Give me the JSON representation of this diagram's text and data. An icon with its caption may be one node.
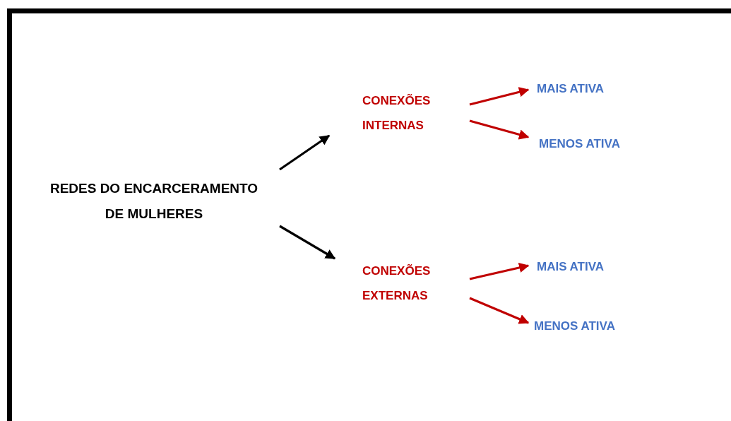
{
  "diagram": {
    "nodes": [
      {
        "text": [
          "REDES DO ENCARCERAMENTO DE MULHERES"
        ]
      },
      {
        "text": [
          "CONEXÕES INTERNAS"
        ]
      },
      {
        "text": [
          "MAIS ATIVA"
        ]
      },
      {
        "text": [
          "MENOS ATIVA"
        ]
      },
      {
        "text": [
          "CONEXÕES EXTERNAS"
        ]
      },
      {
        "text": [
          "MAIS ATIVA"
        ]
      },
      {
        "text": [
          "MENOS ATIVA"
        ]
      }
    ],
    "edges": [
      {
        "from": 0,
        "to": 1,
        "arrow": "to",
        "color": "#000000"
      },
      {
        "from": 0,
        "to": 4,
        "arrow": "to",
        "color": "#000000"
      },
      {
        "from": 1,
        "to": 2,
        "arrow": "to"
      },
      {
        "from": 1,
        "to": 3,
        "arrow": "to"
      },
      {
        "from": 4,
        "to": 5,
        "arrow": "to"
      },
      {
        "from": 4,
        "to": 6,
        "arrow": "to"
      }
    ]
  }
}
